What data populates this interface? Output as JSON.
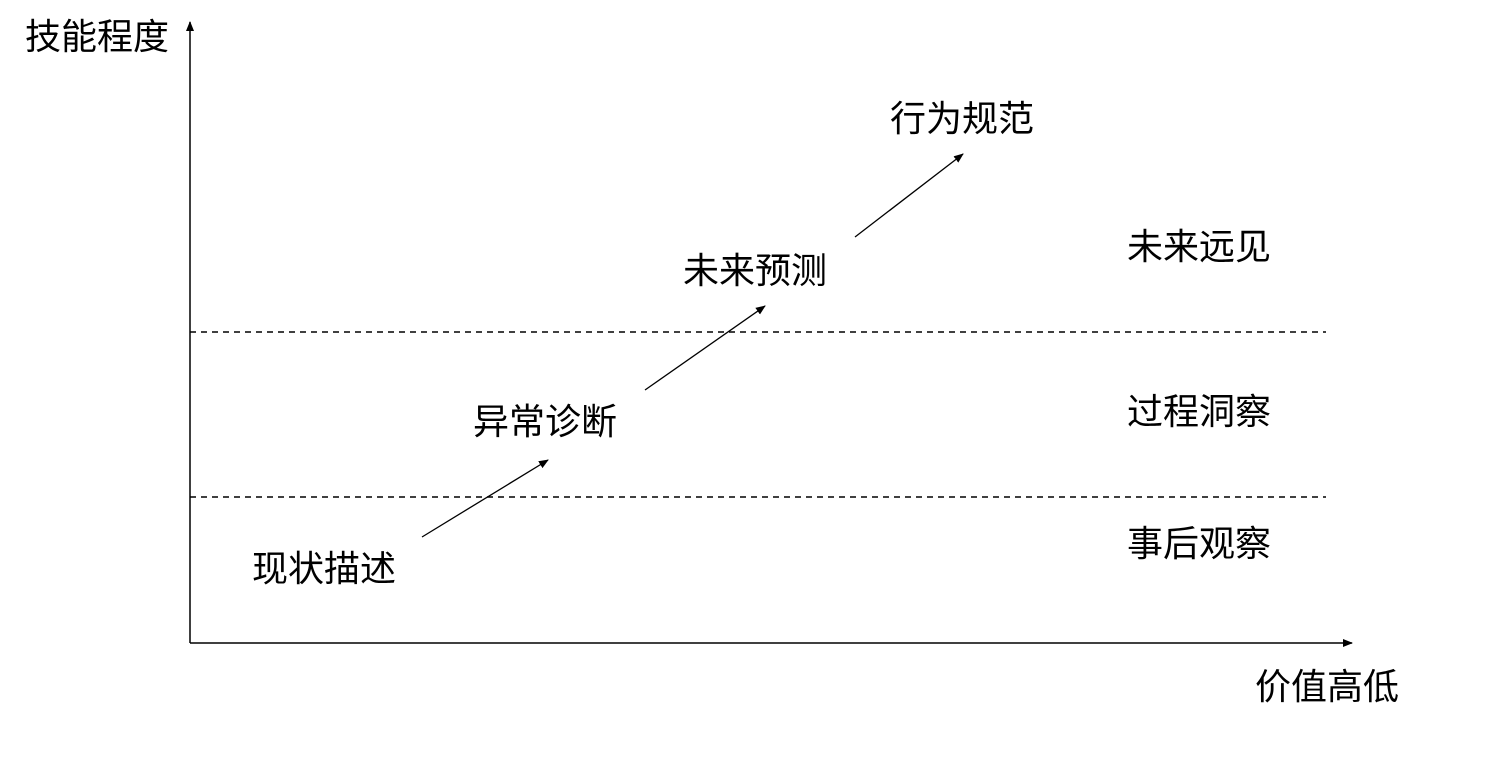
{
  "axes": {
    "y_label": "技能程度",
    "x_label": "价值高低"
  },
  "stages": [
    {
      "label": "现状描述"
    },
    {
      "label": "异常诊断"
    },
    {
      "label": "未来预测"
    },
    {
      "label": "行为规范"
    }
  ],
  "levels": [
    {
      "label": "事后观察"
    },
    {
      "label": "过程洞察"
    },
    {
      "label": "未来远见"
    }
  ],
  "colors": {
    "line": "#000000",
    "text": "#000000"
  }
}
